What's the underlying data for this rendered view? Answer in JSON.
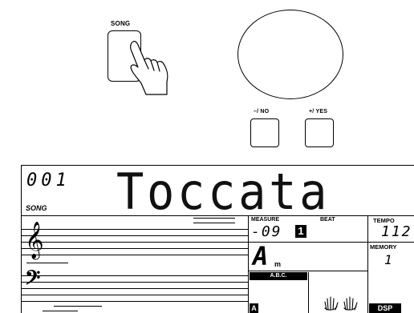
{
  "buttons": {
    "song_label": "SONG",
    "minus_no_label": "–/ NO",
    "plus_yes_label": "+/ YES"
  },
  "lcd": {
    "song_number": "001",
    "song_name": "Toccata",
    "song_indicator": "SONG",
    "measure_label": "MEASURE",
    "measure_value": "-09",
    "beat_label": "BEAT",
    "beat_value": "1",
    "tempo_label": "TEMPO",
    "tempo_value": "112",
    "memory_label": "MEMORY",
    "memory_value": "1",
    "chord_root": "A",
    "chord_type": "m",
    "abc_label": "A.B.C.",
    "abc_indicator": "A",
    "dsp_label": "DSP",
    "treble_clef": "𝄞",
    "bass_clef": "𝄢"
  }
}
